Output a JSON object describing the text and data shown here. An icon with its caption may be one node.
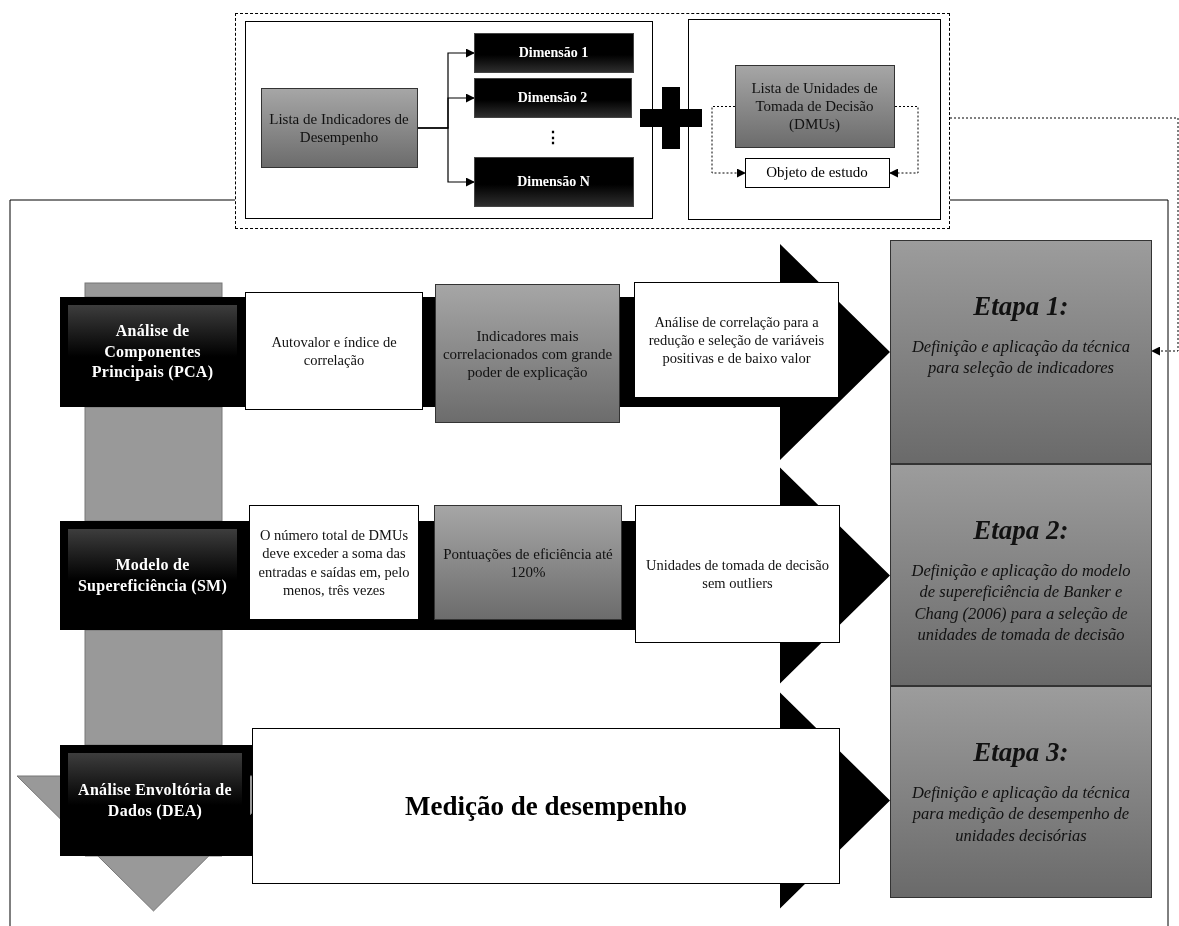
{
  "diagram": {
    "nodes": [
      {
        "text": [],
        "shape": "box"
      },
      {
        "text": [],
        "shape": "box",
        "in": 0
      },
      {
        "text": [
          "Lista de Indicadores de Desempenho"
        ],
        "in": 1
      },
      {
        "text": [
          "Dimensão 1"
        ],
        "in": 1
      },
      {
        "text": [
          "Dimensão 2"
        ],
        "in": 1
      },
      {
        "text": [
          "Dimensão N"
        ],
        "in": 1
      },
      {
        "text": [],
        "shape": "box",
        "in": 0
      },
      {
        "text": [
          "Lista de Unidades de Tomada de Decisão (DMUs)"
        ],
        "in": 6
      },
      {
        "text": [
          "Objeto de estudo"
        ],
        "in": 6
      },
      {
        "text": [
          "Análise de Componentes Principais (PCA)"
        ]
      },
      {
        "text": [
          "Autovalor e índice de correlação"
        ]
      },
      {
        "text": [
          "Indicadores mais correlacionados com grande poder de explicação"
        ]
      },
      {
        "text": [
          "Análise de correlação para a redução e seleção de variáveis positivas e de baixo valor"
        ]
      },
      {
        "text": [
          "Etapa 1:",
          "Definição e aplicação da técnica para seleção de indicadores"
        ]
      },
      {
        "text": [
          "Modelo de Supereficiência (SM)"
        ]
      },
      {
        "text": [
          "O número total de DMUs deve exceder a soma das entradas e saídas em, pelo menos, três vezes"
        ]
      },
      {
        "text": [
          "Pontuações de eficiência até 120%"
        ]
      },
      {
        "text": [
          "Unidades de tomada de decisão sem outliers"
        ]
      },
      {
        "text": [
          "Etapa 2:",
          "Definição e aplicação do modelo de supereficiência de Banker e Chang (2006) para a seleção de unidades de tomada de decisão"
        ]
      },
      {
        "text": [
          "Análise Envoltória de Dados (DEA)"
        ]
      },
      {
        "text": [
          "Medição de desempenho"
        ]
      },
      {
        "text": [
          "Etapa 3:",
          "Definição e aplicação da técnica para medição de desempenho de unidades decisórias"
        ]
      }
    ],
    "edges": [
      {
        "from": 2,
        "to": 3,
        "arrow": "to"
      },
      {
        "from": 2,
        "to": 4,
        "arrow": "to"
      },
      {
        "from": 2,
        "to": 5,
        "arrow": "to"
      },
      {
        "from": 7,
        "to": 8,
        "arrow": "to",
        "style": "dashed"
      },
      {
        "from": 7,
        "to": 8,
        "arrow": "to",
        "style": "dashed"
      },
      {
        "from": 0,
        "to": 13,
        "arrow": "to",
        "style": "dashed"
      },
      {
        "from": 9,
        "to": 13,
        "arrow": "to",
        "style": "thick"
      },
      {
        "from": 14,
        "to": 18,
        "arrow": "to",
        "style": "thick"
      },
      {
        "from": 19,
        "to": 21,
        "arrow": "to",
        "style": "thick"
      },
      {
        "from": 9,
        "to": 14,
        "arrow": "none",
        "style": "thick",
        "color": "#999999"
      },
      {
        "from": 14,
        "to": 19,
        "arrow": "none",
        "style": "thick",
        "color": "#999999"
      },
      {
        "from": 19,
        "to": null,
        "arrow": "to",
        "style": "thick",
        "color": "#999999"
      }
    ],
    "labels": [
      "⋮"
    ]
  }
}
